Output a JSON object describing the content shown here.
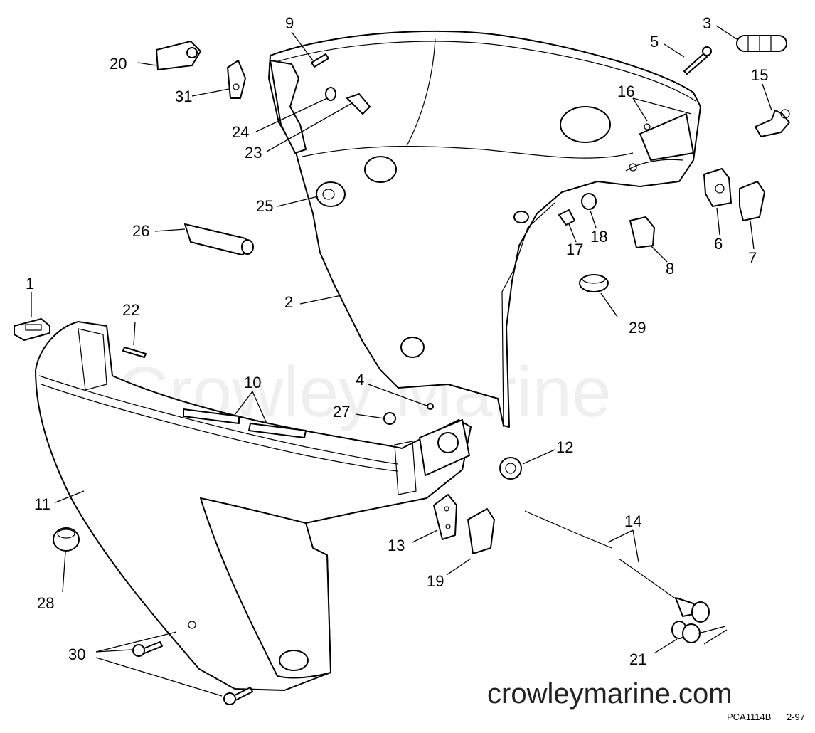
{
  "watermark": "Crowley Marine",
  "site_label": "crowleymarine.com",
  "drawing_code": "PCA1114B",
  "drawing_date": "2-97",
  "callouts": [
    "1",
    "2",
    "3",
    "4",
    "5",
    "6",
    "7",
    "8",
    "9",
    "10",
    "11",
    "12",
    "13",
    "14",
    "15",
    "16",
    "17",
    "18",
    "19",
    "20",
    "21",
    "22",
    "23",
    "24",
    "25",
    "26",
    "27",
    "28",
    "29",
    "30",
    "31"
  ]
}
